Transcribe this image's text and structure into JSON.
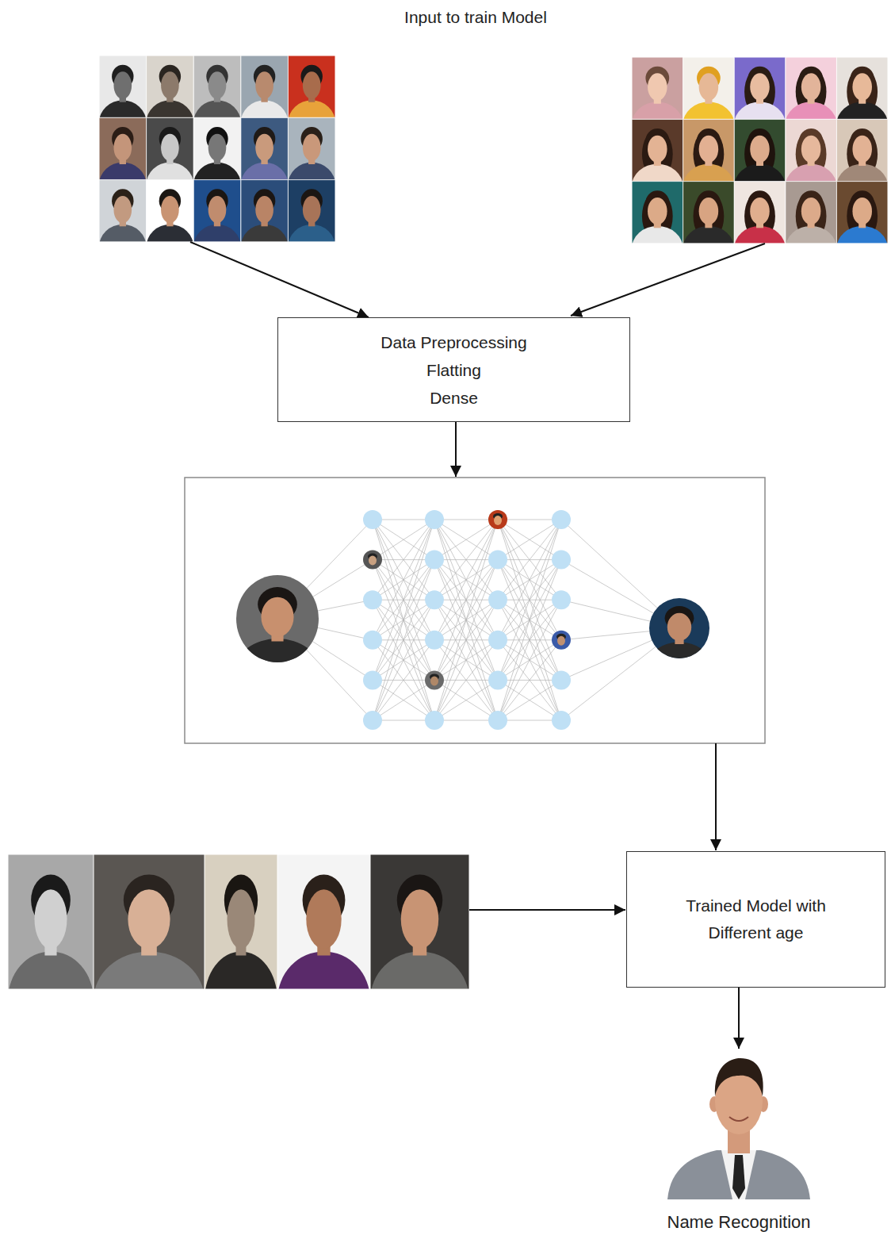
{
  "diagram": {
    "title": "Input to train Model",
    "nodes": [
      {
        "text": [
          "Data Preprocessing",
          "Flatting",
          "Dense"
        ]
      },
      {
        "text": [
          "Trained Model with Different age"
        ]
      },
      {
        "text": [
          "Name Recognition"
        ]
      }
    ],
    "edges": [
      {
        "from": 1,
        "to": 2,
        "arrow": "to"
      }
    ]
  }
}
